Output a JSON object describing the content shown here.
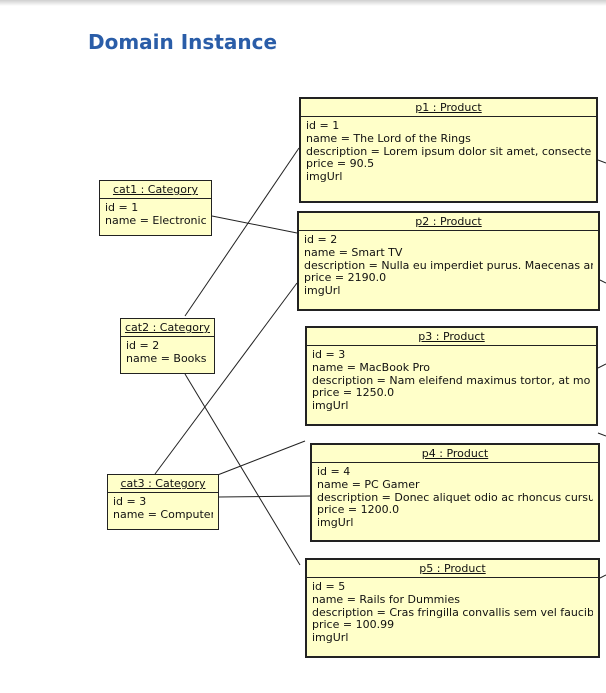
{
  "page": {
    "heading": "Domain Instance"
  },
  "categories": [
    {
      "title": "cat1 : Category",
      "attrs": [
        "id = 1",
        "name = Electronics"
      ]
    },
    {
      "title": "cat2 : Category",
      "attrs": [
        "id = 2",
        "name = Books"
      ]
    },
    {
      "title": "cat3 : Category",
      "attrs": [
        "id = 3",
        "name = Computers"
      ]
    }
  ],
  "products": [
    {
      "title": "p1 : Product",
      "attrs": [
        "id = 1",
        "name = The Lord of the Rings",
        "description = Lorem ipsum dolor sit amet, consectetur.",
        "price = 90.5",
        "imgUrl"
      ]
    },
    {
      "title": "p2 : Product",
      "attrs": [
        "id = 2",
        "name = Smart TV",
        "description = Nulla eu imperdiet purus. Maecenas ante.",
        "price = 2190.0",
        "imgUrl"
      ]
    },
    {
      "title": "p3 : Product",
      "attrs": [
        "id = 3",
        "name = MacBook Pro",
        "description = Nam eleifend maximus tortor, at mollis.",
        "price = 1250.0",
        "imgUrl"
      ]
    },
    {
      "title": "p4 : Product",
      "attrs": [
        "id = 4",
        "name = PC Gamer",
        "description = Donec aliquet odio ac rhoncus cursus.",
        "price = 1200.0",
        "imgUrl"
      ]
    },
    {
      "title": "p5 : Product",
      "attrs": [
        "id = 5",
        "name = Rails for Dummies",
        "description = Cras fringilla convallis sem vel faucibus.",
        "price = 100.99",
        "imgUrl"
      ]
    }
  ]
}
